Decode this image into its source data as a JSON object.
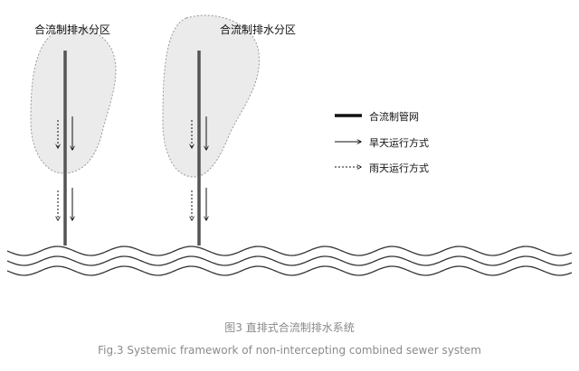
{
  "zones": [
    {
      "label": "合流制排水分区"
    },
    {
      "label": "合流制排水分区"
    }
  ],
  "legend": {
    "items": [
      {
        "icon": "thick-line-icon",
        "label": "合流制管网"
      },
      {
        "icon": "solid-arrow-icon",
        "label": "旱天运行方式"
      },
      {
        "icon": "dotted-arrow-icon",
        "label": "雨天运行方式"
      }
    ]
  },
  "caption": {
    "cn": "图3  直排式合流制排水系统",
    "en": "Fig.3 Systemic framework of non-intercepting combined sewer system"
  }
}
